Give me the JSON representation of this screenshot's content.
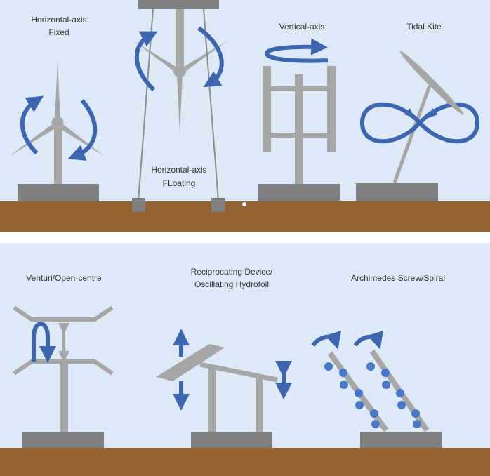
{
  "colors": {
    "water": "#dde9f6",
    "seabed": "#94622f",
    "structure": "#a6a6a6",
    "base": "#7f7f7f",
    "motion": "#3d65b0"
  },
  "top_panel": {
    "hax_fixed": {
      "line1": "Horizontal-axis",
      "line2": "Fixed"
    },
    "hax_floating": {
      "line1": "Horizontal-axis",
      "line2": "FLoating"
    },
    "vertical_axis": {
      "label": "Vertical-axis"
    },
    "tidal_kite": {
      "label": "Tidal Kite"
    }
  },
  "bottom_panel": {
    "venturi": {
      "label": "Venturi/Open-centre"
    },
    "reciprocating": {
      "line1": "Reciprocating Device/",
      "line2": "Oscillating Hydrofoil"
    },
    "archimedes": {
      "label": "Archimedes Screw/Spiral"
    }
  }
}
